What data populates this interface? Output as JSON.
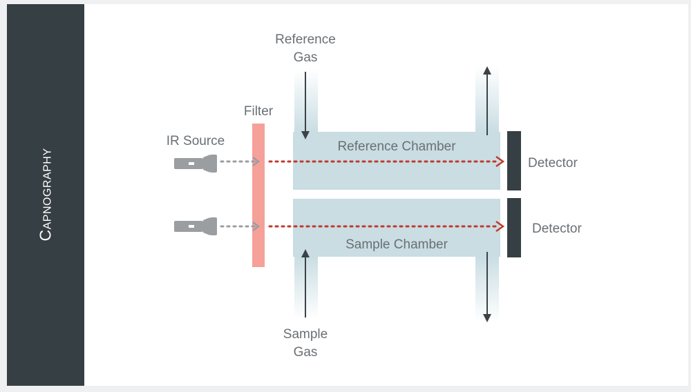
{
  "sidebar": {
    "title": "Capnography"
  },
  "labels": {
    "reference_gas_line1": "Reference",
    "reference_gas_line2": "Gas",
    "filter": "Filter",
    "ir_source": "IR Source",
    "reference_chamber": "Reference Chamber",
    "sample_chamber": "Sample Chamber",
    "detector_top": "Detector",
    "detector_bottom": "Detector",
    "sample_gas_line1": "Sample",
    "sample_gas_line2": "Gas"
  },
  "colors": {
    "sidebar": "#363f44",
    "chamber": "#c9dde3",
    "filter": "#f6a09a",
    "detector": "#363f44",
    "source": "#9a9ea1",
    "beam_gray": "#9a9ea1",
    "beam_red": "#c0392b",
    "gas_arrow": "#3b4347",
    "text": "#6a6f73"
  }
}
